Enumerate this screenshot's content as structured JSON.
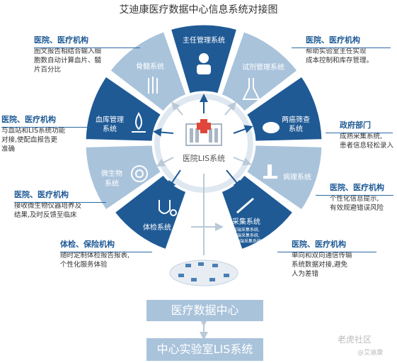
{
  "title": "艾迪康医疗数据中心信息系统对接图",
  "center": "医院LIS系统",
  "segments": {
    "director": "主任管理系统",
    "reagent": "试剂管理系统",
    "cancer_1": "两癌筛查",
    "cancer_2": "系统",
    "pathology": "病理系统",
    "collect": "采集系统",
    "collect_sub1": "前端采集系统,",
    "collect_sub2": "双端采集系统,",
    "collect_sub3": "移动端采集系统",
    "physical": "体检系统",
    "micro_1": "微生物",
    "micro_2": "系统",
    "blood_1": "血库管理",
    "blood_2": "系统",
    "bone": "骨髓系统"
  },
  "annotations": {
    "a1": {
      "head": "医院、医疗机构",
      "l1": "图文报告相结合输入细",
      "l2": "胞数自动计算血片、髓",
      "l3": "片百分比"
    },
    "a2": {
      "head": "医院、医疗机构",
      "l1": "帮助实验室主任实现",
      "l2": "成本控制和库存管理。"
    },
    "a3": {
      "head": "医院、医疗机构",
      "l1": "与血站和LIS系统功能",
      "l2": "对接,使配血报告更",
      "l3": "准确"
    },
    "a4": {
      "head": "政府部门",
      "l1": "成熟采集系统,",
      "l2": "患者信息轻松录入"
    },
    "a5": {
      "head": "医院、医疗机构",
      "l1": "接收微生物仪器培养及",
      "l2": "结果,及时反馈至临床"
    },
    "a6": {
      "head": "医院、医疗机构",
      "l1": "个性化信息提示,",
      "l2": "有效规避错误风险"
    },
    "a7": {
      "head": "体检、保险机构",
      "l1": "随时定制体检报告报表,",
      "l2": "个性化服务体验"
    },
    "a8": {
      "head": "医院、医疗机构",
      "l1": "单向和双向通信传输",
      "l2": "系统数据对接,避免",
      "l3": "人为差错"
    }
  },
  "bottom": {
    "data_center": "医疗数据中心",
    "central_lab": "中心实验室LIS系统"
  },
  "watermark": {
    "community": "老虎社区",
    "author": "@艾迪康"
  },
  "colors": {
    "dark": "#1f5a95",
    "light": "#a9c3db",
    "center_ring": "#dfe8f1"
  }
}
